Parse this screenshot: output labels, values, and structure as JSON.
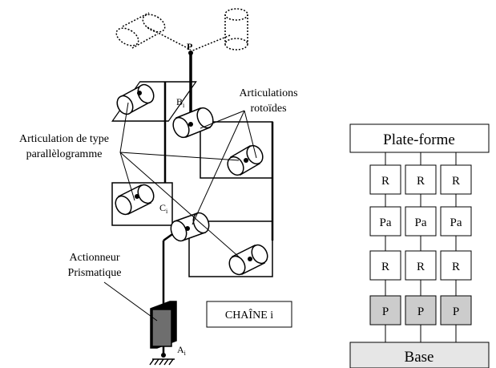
{
  "left": {
    "point_p": "P",
    "point_b": "B",
    "point_c": "C",
    "point_a": "A",
    "subscript": "i",
    "revolute_label_line1": "Articulations",
    "revolute_label_line2": "rotoïdes",
    "parallelogram_label_line1": "Articulation de type",
    "parallelogram_label_line2": "parallèlogramme",
    "actuator_label_line1": "Actionneur",
    "actuator_label_line2": "Prismatique",
    "chain_label": "CHAÎNE i"
  },
  "right": {
    "platform": "Plate-forme",
    "base": "Base",
    "rows": [
      [
        "R",
        "R",
        "R"
      ],
      [
        "Pa",
        "Pa",
        "Pa"
      ],
      [
        "R",
        "R",
        "R"
      ],
      [
        "P",
        "P",
        "P"
      ]
    ]
  },
  "colors": {
    "line": "#000000",
    "actuator_fill": "#6e6e6e",
    "shaded_box_fill": "#cccccc",
    "base_fill": "#e6e6e6",
    "box_fill": "#ffffff"
  }
}
